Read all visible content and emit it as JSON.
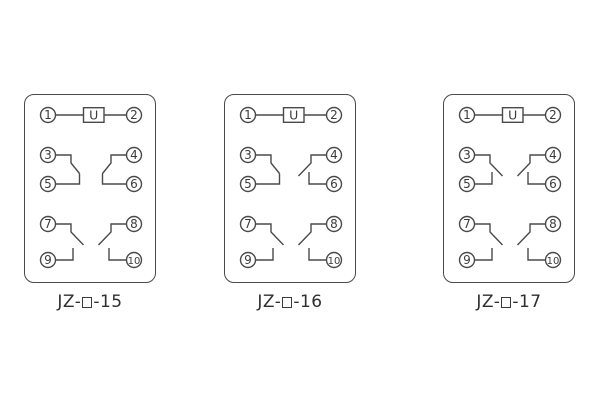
{
  "page": {
    "background": "#ffffff"
  },
  "colors": {
    "line": "#4a4a4a",
    "number_text": "#3c3c3c",
    "label_text": "#2f2f2f"
  },
  "coil": {
    "symbol": "U",
    "left_terminal": "1",
    "right_terminal": "2"
  },
  "terminals": [
    "1",
    "2",
    "3",
    "4",
    "5",
    "6",
    "7",
    "8",
    "9",
    "10"
  ],
  "diagrams": [
    {
      "id": "jz-15",
      "label": "JZ-□-15",
      "label_prefix": "JZ-",
      "label_suffix": "-15",
      "placeholder_symbol": "square-outline-icon",
      "contacts": {
        "middle_left": "closed",
        "middle_right": "closed",
        "bottom_left": "open",
        "bottom_right": "open"
      }
    },
    {
      "id": "jz-16",
      "label": "JZ-□-16",
      "label_prefix": "JZ-",
      "label_suffix": "-16",
      "placeholder_symbol": "square-outline-icon",
      "contacts": {
        "middle_left": "closed",
        "middle_right": "open",
        "bottom_left": "open",
        "bottom_right": "open"
      }
    },
    {
      "id": "jz-17",
      "label": "JZ-□-17",
      "label_prefix": "JZ-",
      "label_suffix": "-17",
      "placeholder_symbol": "square-outline-icon",
      "contacts": {
        "middle_left": "open",
        "middle_right": "open",
        "bottom_left": "open",
        "bottom_right": "open"
      }
    }
  ]
}
